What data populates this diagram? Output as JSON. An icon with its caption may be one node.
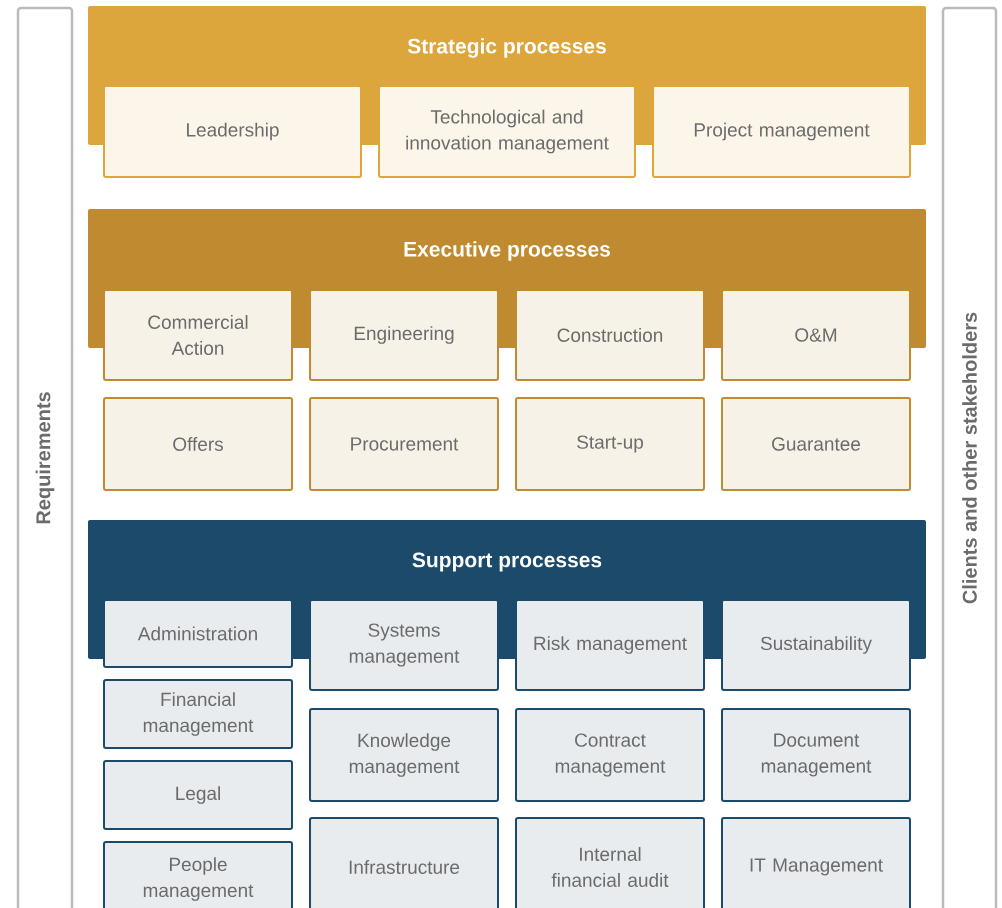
{
  "diagram": {
    "nodes": [
      {
        "text": [
          "Requirements"
        ]
      },
      {
        "text": [
          "Clients and other stakeholders"
        ]
      },
      {
        "text": [
          "Strategic processes"
        ]
      },
      {
        "text": [
          "Leadership"
        ]
      },
      {
        "text": [
          "Technological and innovation management"
        ]
      },
      {
        "text": [
          "Project management"
        ]
      },
      {
        "text": [
          "Executive processes"
        ]
      },
      {
        "text": [
          "Commercial Action"
        ]
      },
      {
        "text": [
          "Engineering"
        ]
      },
      {
        "text": [
          "Construction"
        ]
      },
      {
        "text": [
          "O&M"
        ]
      },
      {
        "text": [
          "Offers"
        ]
      },
      {
        "text": [
          "Procurement"
        ]
      },
      {
        "text": [
          "Start-up"
        ]
      },
      {
        "text": [
          "Guarantee"
        ]
      },
      {
        "text": [
          "Support processes"
        ]
      },
      {
        "text": [
          "Administration"
        ]
      },
      {
        "text": [
          "Systems management"
        ]
      },
      {
        "text": [
          "Risk management"
        ]
      },
      {
        "text": [
          "Sustainability"
        ]
      },
      {
        "text": [
          "Financial management"
        ]
      },
      {
        "text": [
          "Knowledge management"
        ]
      },
      {
        "text": [
          "Contract management"
        ]
      },
      {
        "text": [
          "Document management"
        ]
      },
      {
        "text": [
          "Legal"
        ]
      },
      {
        "text": [
          "Infrastructure"
        ]
      },
      {
        "text": [
          "Internal financial audit"
        ]
      },
      {
        "text": [
          "People management"
        ]
      },
      {
        "text": [
          "IT Management"
        ]
      }
    ]
  }
}
